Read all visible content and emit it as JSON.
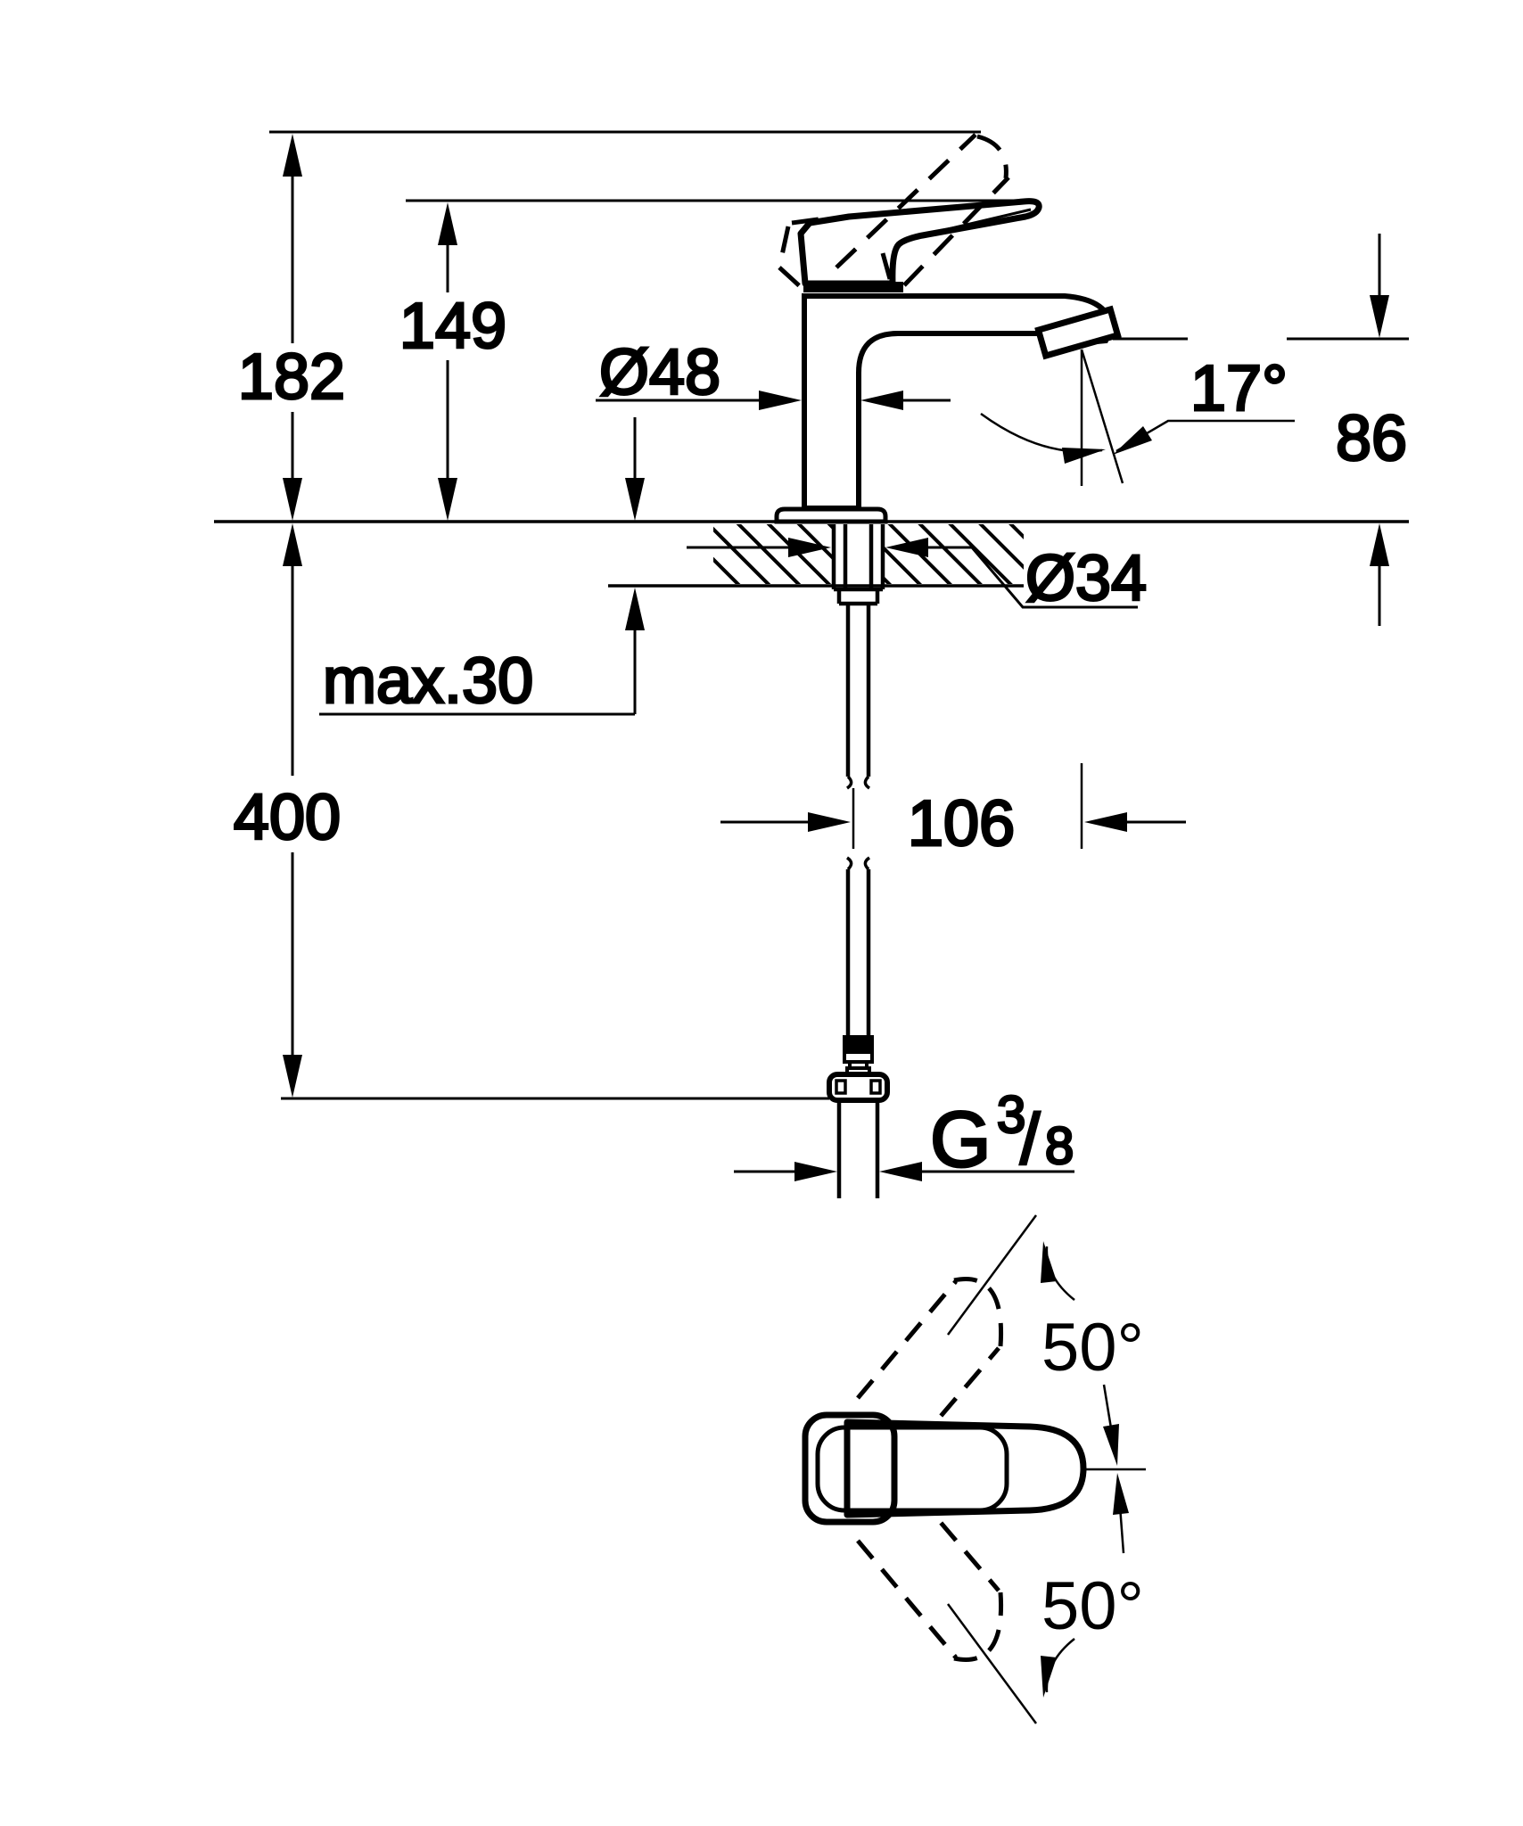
{
  "drawing": {
    "type": "technical-dimension-drawing",
    "subject": "single-lever basin mixer faucet, side elevation with section through mounting deck, plus plan view of lever swivel range",
    "ink_color": "#000000",
    "background_color": "#ffffff",
    "labels": {
      "height_total": "182",
      "height_body": "149",
      "dia_base": "Ø48",
      "spout_angle": "17°",
      "spout_height": "86",
      "dia_hole": "Ø34",
      "deck_thickness": "max.30",
      "hose_length": "400",
      "spout_reach": "106",
      "thread_g": "G",
      "thread_numerator": "3",
      "thread_slash": "/",
      "thread_denominator": "8",
      "swing_upper": "50°",
      "swing_lower": "50°"
    }
  }
}
